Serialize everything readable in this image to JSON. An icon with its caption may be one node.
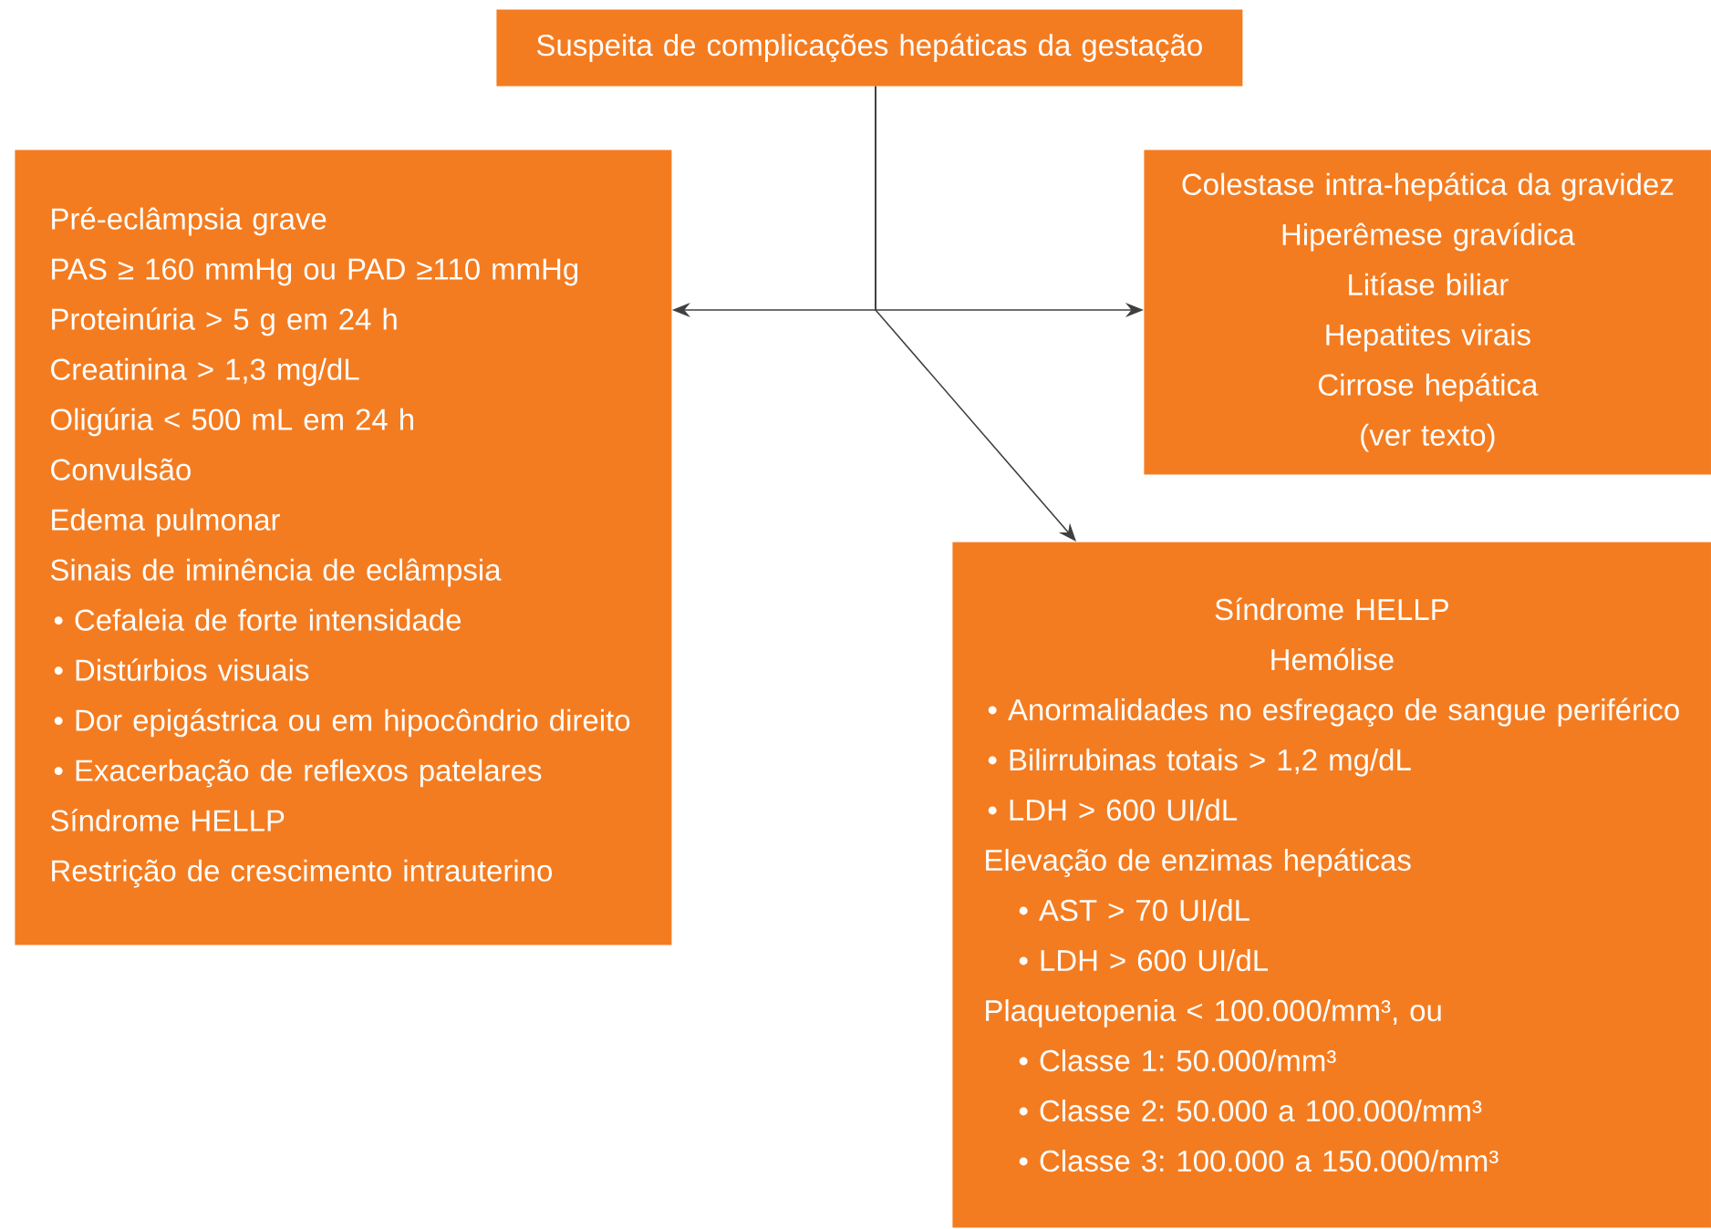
{
  "diagram": {
    "nodes": [
      {
        "text": [
          "Suspeita de complicações hepáticas da gestação"
        ]
      },
      {
        "text": [
          "Pré-eclâmpsia grave",
          "PAS ≥ 160 mmHg ou PAD ≥110 mmHg",
          "Proteinúria > 5 g em 24 h",
          "Creatinina > 1,3 mg/dL",
          "Oligúria < 500 mL em 24 h",
          "Convulsão",
          "Edema pulmonar",
          "Sinais de iminência de eclâmpsia",
          "• Cefaleia de forte intensidade",
          "• Distúrbios visuais",
          "• Dor epigástrica ou em hipocôndrio direito",
          "• Exacerbação de reflexos patelares",
          "Síndrome HELLP",
          "Restrição de crescimento intrauterino"
        ]
      },
      {
        "text": [
          "Colestase intra-hepática da gravidez",
          "Hiperêmese gravídica",
          "Litíase biliar",
          "Hepatites virais",
          "Cirrose hepática",
          "(ver texto)"
        ]
      },
      {
        "text": [
          "Síndrome HELLP",
          "Hemólise",
          "• Anormalidades no esfregaço de sangue periférico",
          "• Bilirrubinas totais > 1,2 mg/dL",
          "• LDH > 600 UI/dL",
          "Elevação de enzimas hepáticas",
          "• AST > 70 UI/dL",
          "• LDH > 600 UI/dL",
          "Plaquetopenia < 100.000/mm³, ou",
          "• Classe 1: 50.000/mm³",
          "• Classe 2: 50.000 a 100.000/mm³",
          "• Classe 3: 100.000 a 150.000/mm³"
        ]
      }
    ],
    "edges": [
      {
        "from": 0,
        "to": 1,
        "arrow": "to"
      },
      {
        "from": 0,
        "to": 2,
        "arrow": "to"
      },
      {
        "from": 0,
        "to": 3,
        "arrow": "to"
      }
    ]
  }
}
